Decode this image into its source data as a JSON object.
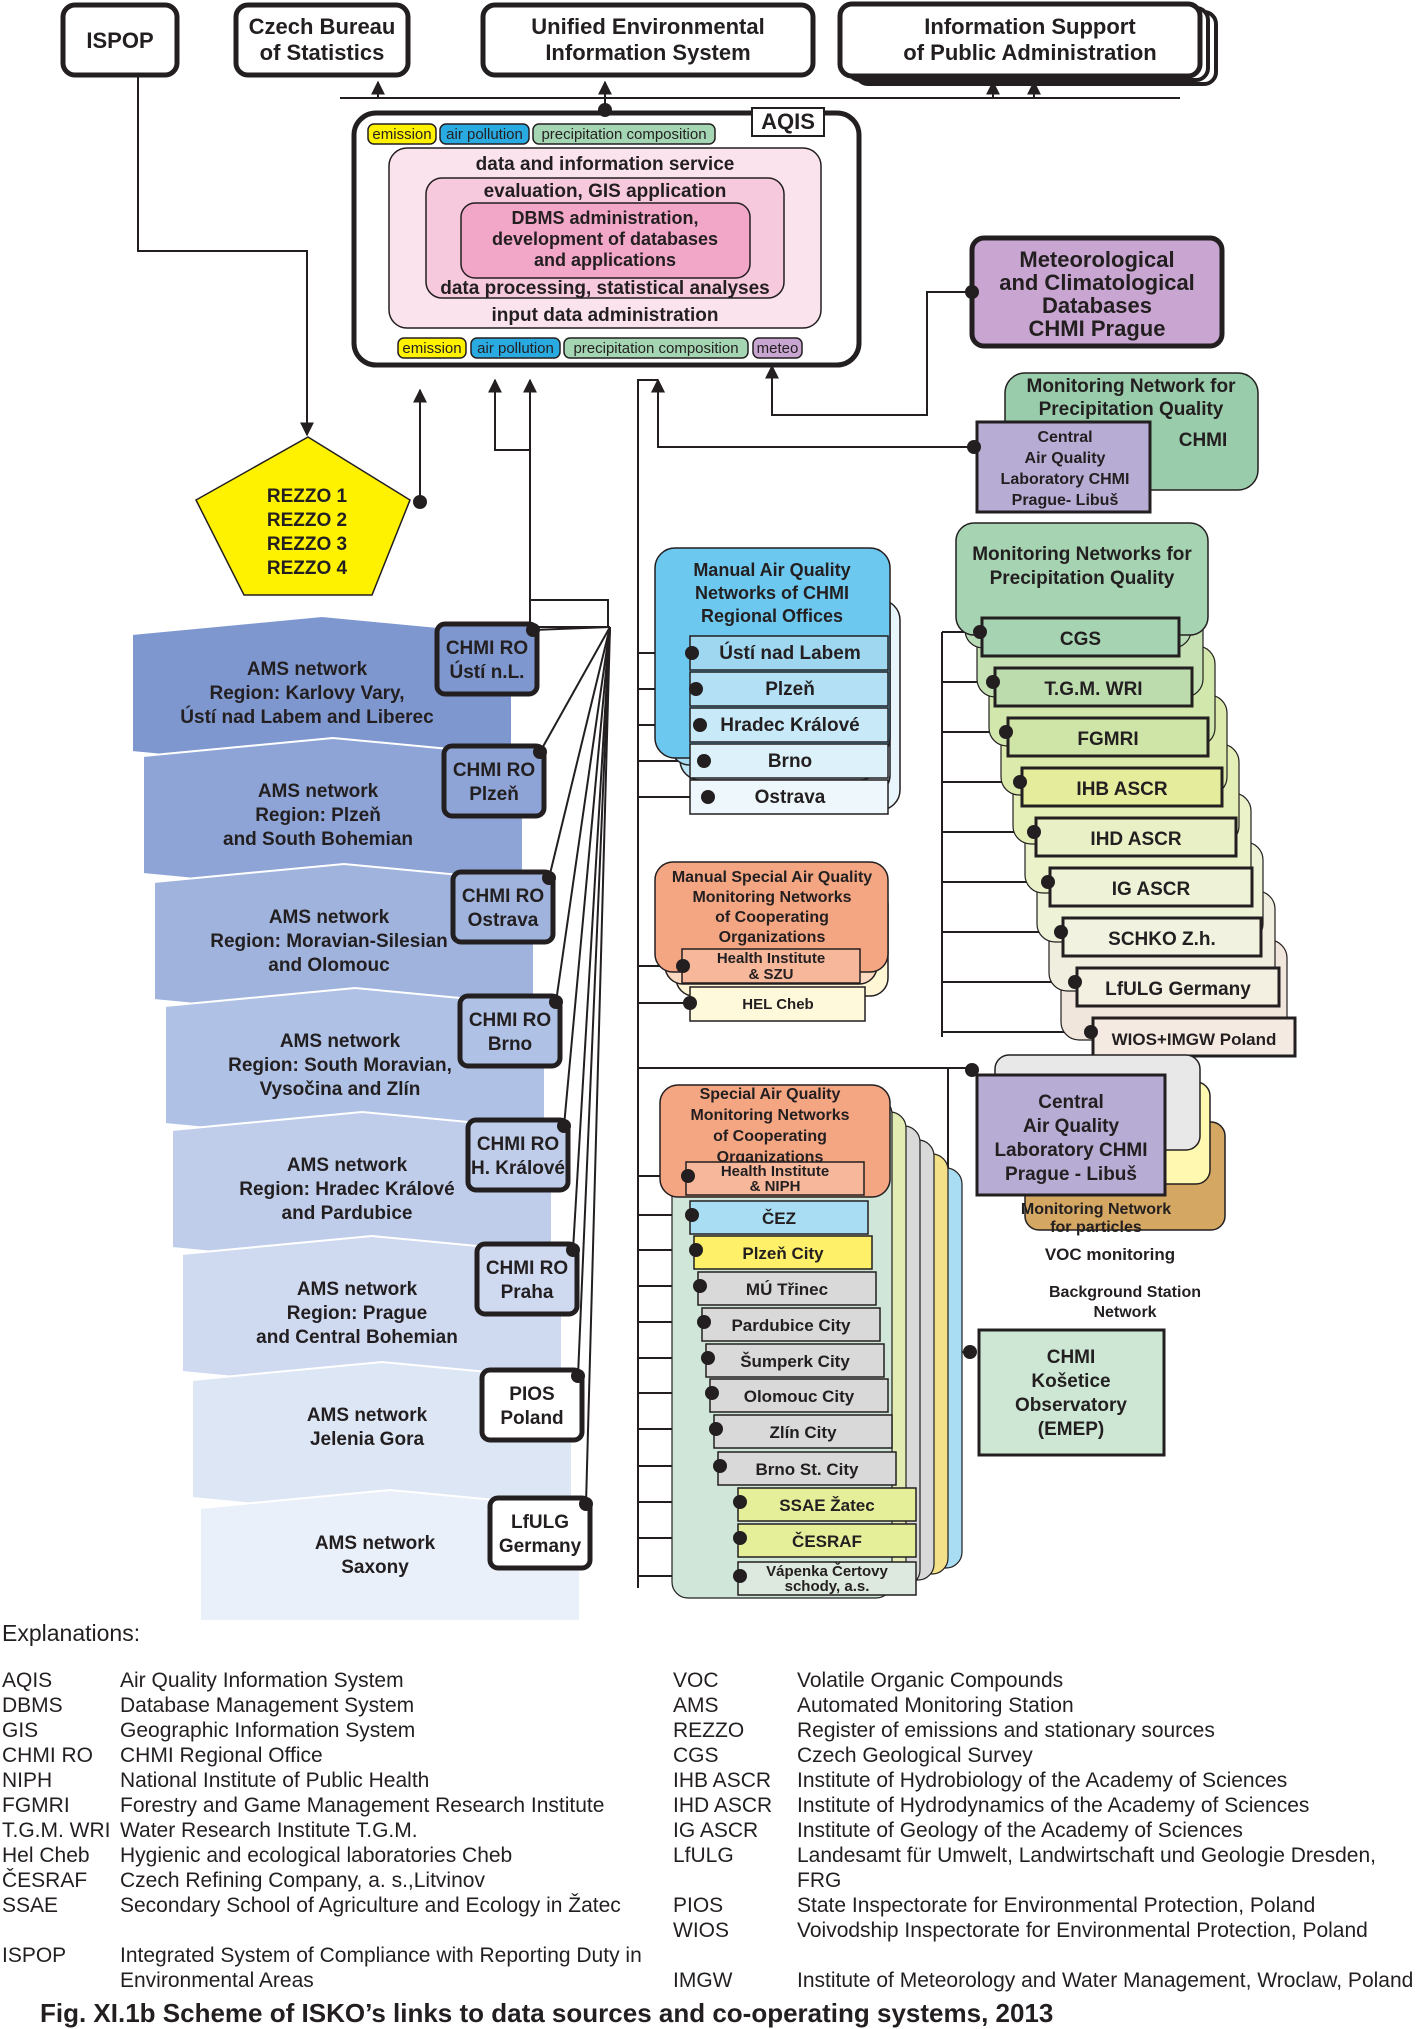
{
  "top_systems": {
    "ispop": "ISPOP",
    "czso_1": "Czech Bureau",
    "czso_2": "of Statistics",
    "ueis_1": "Unified Environmental",
    "ueis_2": "Information System",
    "ispa_1": "Information Support",
    "ispa_2": "of Public Administration"
  },
  "aqis": {
    "title": "AQIS",
    "top_tags": [
      "emission",
      "air pollution",
      "precipitation composition"
    ],
    "bottom_tags": [
      "emission",
      "air pollution",
      "precipitation composition",
      "meteo"
    ],
    "layers": {
      "service": "data and information service",
      "gis": "evaluation, GIS application",
      "dbms_1": "DBMS administration,",
      "dbms_2": "development of databases",
      "dbms_3": "and applications",
      "processing": "data processing, statistical analyses",
      "input": "input data administration"
    }
  },
  "meteo_db": [
    "Meteorological",
    "and Climatological",
    "Databases",
    "CHMI Prague"
  ],
  "rezzo": [
    "REZZO 1",
    "REZZO 2",
    "REZZO 3",
    "REZZO 4"
  ],
  "ams": [
    {
      "t1": "AMS network",
      "t2": "Region:  Karlovy Vary,",
      "t3": "Ústí nad Labem and Liberec",
      "ro1": "CHMI RO",
      "ro2": "Ústí n.L."
    },
    {
      "t1": "AMS network",
      "t2": "Region:  Plzeň",
      "t3": "and South Bohemian",
      "ro1": "CHMI RO",
      "ro2": "Plzeň"
    },
    {
      "t1": "AMS network",
      "t2": "Region:  Moravian-Silesian",
      "t3": "and Olomouc",
      "ro1": "CHMI RO",
      "ro2": "Ostrava"
    },
    {
      "t1": "AMS network",
      "t2": "Region:  South Moravian,",
      "t3": "Vysočina and Zlín",
      "ro1": "CHMI RO",
      "ro2": "Brno"
    },
    {
      "t1": "AMS network",
      "t2": "Region:  Hradec Králové",
      "t3": "and Pardubice",
      "ro1": "CHMI RO",
      "ro2": "H. Králové"
    },
    {
      "t1": "AMS network",
      "t2": "Region:  Prague",
      "t3": "and Central Bohemian",
      "ro1": "CHMI RO",
      "ro2": "Praha"
    },
    {
      "t1": "AMS network",
      "t2": "Jelenia Gora",
      "t3": "",
      "ro1": "PIOS",
      "ro2": "Poland"
    },
    {
      "t1": "AMS network",
      "t2": "Saxony",
      "t3": "",
      "ro1": "LfULG",
      "ro2": "Germany"
    }
  ],
  "manual_aq": {
    "title": [
      "Manual Air Quality",
      "Networks of CHMI",
      "Regional Offices"
    ],
    "items": [
      "Ústí nad Labem",
      "Plzeň",
      "Hradec Králové",
      "Brno",
      "Ostrava"
    ]
  },
  "manual_special": {
    "title": [
      "Manual Special Air Quality",
      "Monitoring Networks",
      "of Cooperating",
      "Organizations"
    ],
    "items": [
      [
        "Health Institute",
        "& SZU"
      ],
      [
        "HEL Cheb"
      ]
    ]
  },
  "special_aq": {
    "title": [
      "Special Air Quality",
      "Monitoring Networks",
      "of Cooperating",
      "Organizations"
    ],
    "items": [
      [
        "Health Institute",
        "& NIPH"
      ],
      [
        "ČEZ"
      ],
      [
        "Plzeň City"
      ],
      [
        "MÚ Třinec"
      ],
      [
        "Pardubice City"
      ],
      [
        "Šumperk City"
      ],
      [
        "Olomouc City"
      ],
      [
        "Zlín City"
      ],
      [
        "Brno St. City"
      ],
      [
        "SSAE Žatec"
      ],
      [
        "ČESRAF"
      ],
      [
        "Vápenka Čertovy",
        "schody, a.s."
      ]
    ]
  },
  "precip_chmi": {
    "title": [
      "Monitoring Network for",
      "Precipitation Quality"
    ],
    "chmi": "CHMI",
    "lab": [
      "Central",
      "Air Quality",
      "Laboratory CHMI",
      "Prague-  Libuš"
    ]
  },
  "precip_networks": {
    "title": [
      "Monitoring Networks for",
      "Precipitation Quality"
    ],
    "items": [
      "CGS",
      "T.G.M. WRI",
      "FGMRI",
      "IHB ASCR",
      "IHD ASCR",
      "IG ASCR",
      "SCHKO Z.h.",
      "LfULG Germany",
      "WIOS+IMGW Poland"
    ]
  },
  "central_lab": {
    "title": [
      "Central",
      "Air Quality",
      "Laboratory CHMI",
      "Prague - Libuš"
    ],
    "items": [
      [
        "Monitoring Network",
        "for  particles"
      ],
      [
        "VOC monitoring"
      ],
      [
        "Background Station",
        "Network"
      ]
    ]
  },
  "kosetice": [
    "CHMI",
    "Košetice",
    "Observatory",
    "(EMEP)"
  ],
  "legend": {
    "title": "Explanations:",
    "left": [
      [
        "AQIS",
        "Air Quality Information System"
      ],
      [
        "DBMS",
        "Database Management System"
      ],
      [
        "GIS",
        "Geographic Information System"
      ],
      [
        "CHMI RO",
        "CHMI Regional Office"
      ],
      [
        "NIPH",
        "National Institute of Public Health"
      ],
      [
        "FGMRI",
        "Forestry and Game Management Research Institute"
      ],
      [
        "T.G.M. WRI",
        "Water Research Institute T.G.M."
      ],
      [
        "Hel Cheb",
        "Hygienic and ecological laboratories Cheb"
      ],
      [
        "ČESRAF",
        "Czech Refining Company, a. s.,Litvinov"
      ],
      [
        "SSAE",
        "Secondary School of Agriculture and Ecology in Žatec"
      ],
      [
        "ISPOP",
        "Integrated System of Compliance with Reporting Duty in Environmental Areas"
      ]
    ],
    "right": [
      [
        "VOC",
        "Volatile Organic Compounds"
      ],
      [
        "AMS",
        "Automated Monitoring Station"
      ],
      [
        "REZZO",
        "Register of emissions and stationary sources"
      ],
      [
        "CGS",
        "Czech Geological Survey"
      ],
      [
        "IHB ASCR",
        "Institute of Hydrobiology of the Academy of Sciences"
      ],
      [
        "IHD ASCR",
        "Institute of Hydrodynamics of the Academy of Sciences"
      ],
      [
        "IG ASCR",
        "Institute of Geology of the Academy of Sciences"
      ],
      [
        "LfULG",
        "Landesamt für Umwelt, Landwirtschaft und Geologie Dresden, FRG"
      ],
      [
        "PIOS",
        "State Inspectorate for Environmental Protection, Poland"
      ],
      [
        "WIOS",
        "Voivodship Inspectorate for Environmental Protection, Poland"
      ],
      [
        "IMGW",
        "Institute of Meteorology and Water Management, Wroclaw, Poland"
      ]
    ]
  },
  "caption": "Fig. XI.1b  Scheme of ISKO’s links to data sources and co-operating systems, 2013",
  "colors": {
    "ams": [
      "#7f97cf",
      "#8ea4d6",
      "#9fb3dd",
      "#afc1e4",
      "#bfcdea",
      "#cfdaf1",
      "#dde6f5",
      "#eaf0f9"
    ],
    "rezzo": "#fff200",
    "meteo_db": "#c9a6d1",
    "lab": "#b7acd4",
    "precip": "#99ccaa",
    "manual_blue": "#6dc8f0",
    "special_orange": "#f4a582",
    "tag_yellow": "#fff200",
    "tag_blue": "#29abe2",
    "tag_green": "#a5d6b3",
    "tag_purple": "#c9a6d1",
    "kosetice": "#cde7d4",
    "background_station": "#d4a762"
  }
}
